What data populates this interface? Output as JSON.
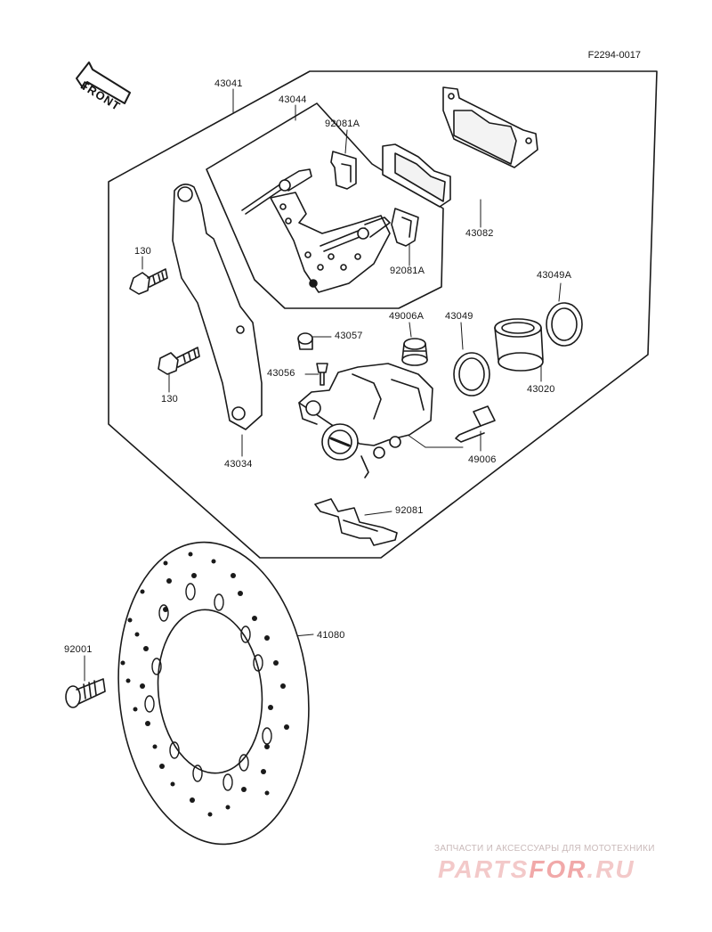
{
  "diagram_code": "F2294-0017",
  "front_label": "FRONT",
  "parts": {
    "p43041": "43041",
    "p43044": "43044",
    "p92081A_top": "92081A",
    "p92081A_bottom": "92081A",
    "p43082": "43082",
    "p130_top": "130",
    "p130_bottom": "130",
    "p43049A": "43049A",
    "p49006A": "49006A",
    "p43049": "43049",
    "p43057": "43057",
    "p43056": "43056",
    "p43020": "43020",
    "p49006": "49006",
    "p43034": "43034",
    "p92081": "92081",
    "p92001": "92001",
    "p41080": "41080"
  },
  "watermark": {
    "subtitle": "ЗАПЧАСТИ И АКСЕССУАРЫ ДЛЯ МОТОТЕХНИКИ",
    "brand_left": "PARTS",
    "brand_mid": "FOR",
    "brand_right": ".RU"
  },
  "colors": {
    "line": "#1a1a1a",
    "watermark": "#f3c9c9"
  }
}
